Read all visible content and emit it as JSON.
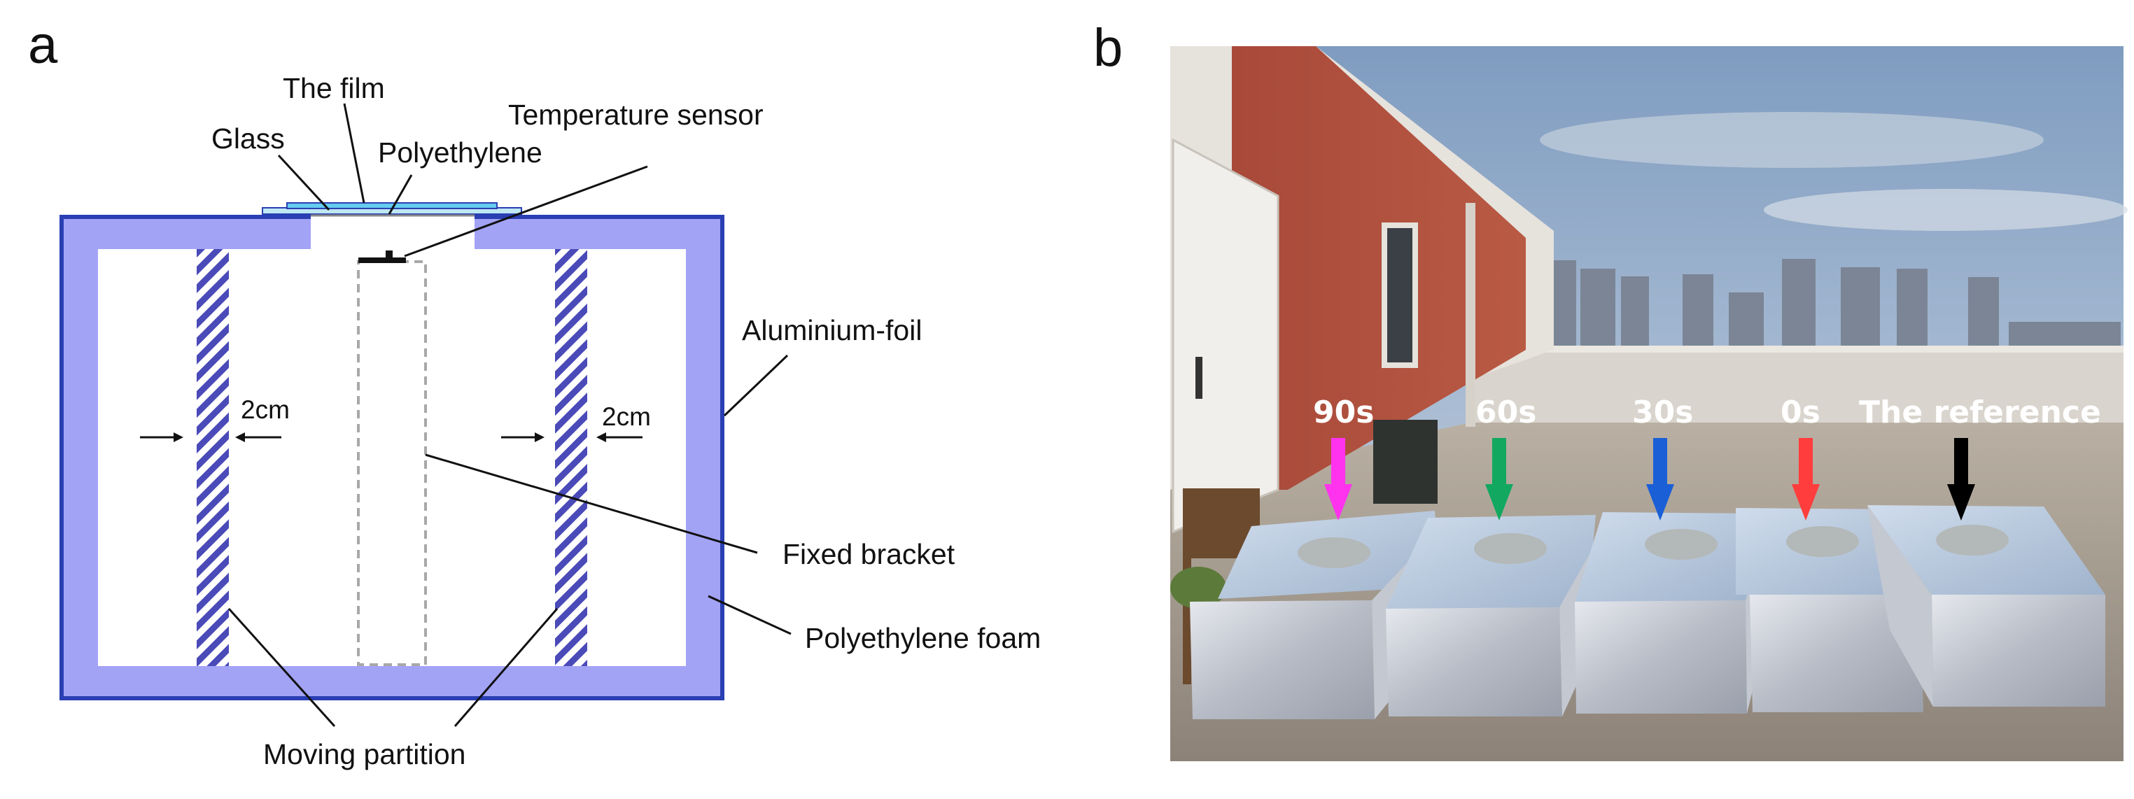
{
  "panel_a": {
    "label": "a",
    "labels": {
      "the_film": "The film",
      "glass": "Glass",
      "polyethylene": "Polyethylene",
      "temperature_sensor": "Temperature sensor",
      "aluminium_foil": "Aluminium-foil",
      "fixed_bracket": "Fixed bracket",
      "polyethylene_foam": "Polyethylene foam",
      "moving_partition": "Moving partition",
      "gap_left": "2cm",
      "gap_right": "2cm"
    },
    "colors": {
      "foam": "#a3a3f6",
      "foil_outline": "#2a3fb3",
      "partition": "#4a4ab8",
      "bracket": "#a8a8a8",
      "film": "#66ccee"
    }
  },
  "panel_b": {
    "label": "b",
    "box_labels": [
      "90s",
      "60s",
      "30s",
      "0s",
      "The reference"
    ],
    "arrow_colors": [
      "#ff33ee",
      "#12a860",
      "#1a5fd6",
      "#ff3d3d",
      "#000000"
    ]
  }
}
